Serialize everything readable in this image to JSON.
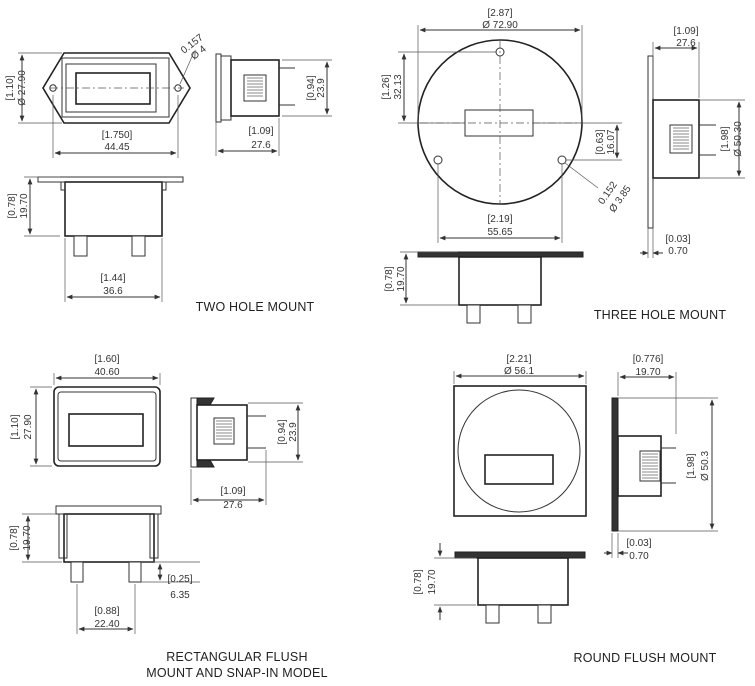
{
  "two_hole": {
    "caption": "TWO HOLE MOUNT",
    "height_in": "[1.10]",
    "height_mm": "Ø 27.90",
    "hole_in": "0.157",
    "hole_mm": "Ø 4",
    "width_in": "[1.750]",
    "width_mm": "44.45",
    "side_h_in": "[0.94]",
    "side_h_mm": "23.9",
    "side_d_in": "[1.09]",
    "side_d_mm": "27.6",
    "bot_h_in": "[0.78]",
    "bot_h_mm": "19.70",
    "bot_w_in": "[1.44]",
    "bot_w_mm": "36.6"
  },
  "three_hole": {
    "caption": "THREE HOLE MOUNT",
    "dia_in": "[2.87]",
    "dia_mm": "Ø 72.90",
    "top_in": "[1.26]",
    "top_mm": "32.13",
    "right_in": "[0.63]",
    "right_mm": "16.07",
    "hole_in": "0.152",
    "hole_mm": "Ø 3.85",
    "width_in": "[2.19]",
    "width_mm": "55.65",
    "side_d_in": "[1.09]",
    "side_d_mm": "27.6",
    "side_h_in": "[1.98]",
    "side_h_mm": "Ø 50.30",
    "flange_in": "[0.03]",
    "flange_mm": "0.70",
    "bot_h_in": "[0.78]",
    "bot_h_mm": "19.70"
  },
  "rect_flush": {
    "caption_line1": "RECTANGULAR FLUSH",
    "caption_line2": "MOUNT AND SNAP-IN MODEL",
    "width_in": "[1.60]",
    "width_mm": "40.60",
    "height_in": "[1.10]",
    "height_mm": "27.90",
    "side_h_in": "[0.94]",
    "side_h_mm": "23.9",
    "side_d_in": "[1.09]",
    "side_d_mm": "27.6",
    "bot_h_in": "[0.78]",
    "bot_h_mm": "19.70",
    "pin_in": "[0.25]",
    "pin_mm": "6.35",
    "pin_sp_in": "[0.88]",
    "pin_sp_mm": "22.40"
  },
  "round_flush": {
    "caption": "ROUND FLUSH MOUNT",
    "dia_in": "[2.21]",
    "dia_mm": "Ø 56.1",
    "side_d_in": "[0.776]",
    "side_d_mm": "19.70",
    "side_h_in": "[1.98]",
    "side_h_mm": "Ø 50.3",
    "flange_in": "[0.03]",
    "flange_mm": "0.70",
    "bot_h_in": "[0.78]",
    "bot_h_mm": "19.70"
  }
}
